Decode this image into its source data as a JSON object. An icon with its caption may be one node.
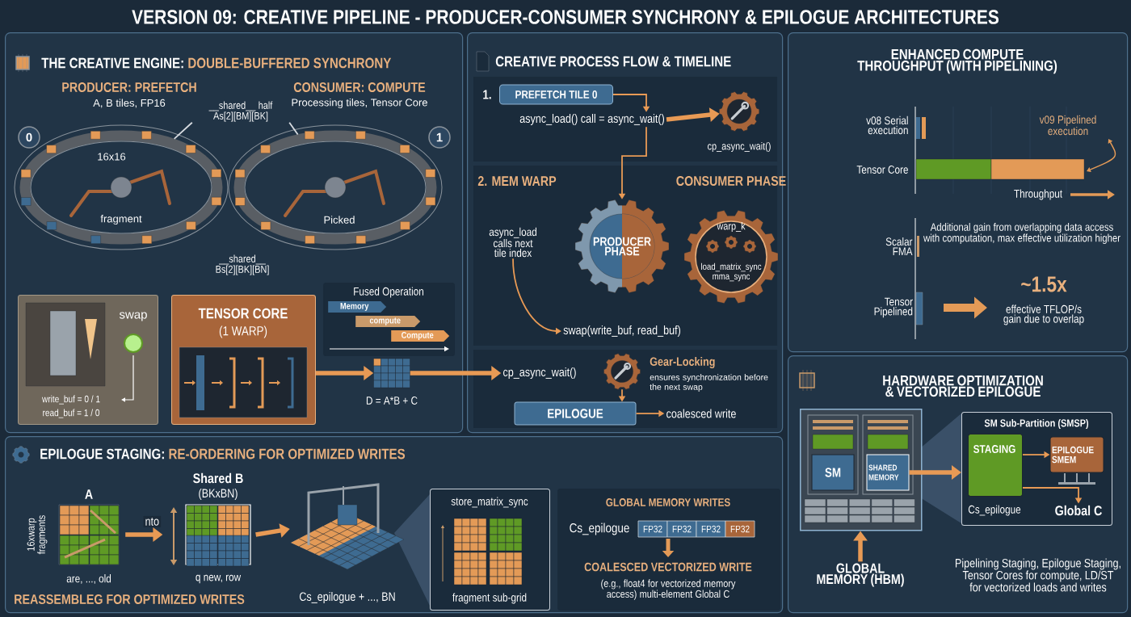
{
  "diagram": {
    "title": "VERSION 09: CREATIVE PIPELINE - PRODUCER-CONSUMER SYNCHRONY & EPILOGUE ARCHITECTURES",
    "nodes": [
      {
        "text": [
          "THE CREATIVE ENGINE:",
          "DOUBLE-BUFFERED SYNCHRONY"
        ]
      },
      {
        "text": [
          "16x16",
          "fragment"
        ],
        "beside": [
          "PRODUCER: PREFETCH",
          "A, B tiles, FP16"
        ],
        "in": 0
      },
      {
        "text": [
          "Picked"
        ],
        "beside": [
          "CONSUMER: COMPUTE",
          "Processing tiles, Tensor Core"
        ],
        "in": 0
      },
      {
        "text": [
          "0"
        ],
        "in": 0
      },
      {
        "text": [
          "1"
        ],
        "in": 0
      },
      {
        "text": [
          "__shared__ half As[2][BM][BK]"
        ],
        "in": 0
      },
      {
        "text": [
          "swap",
          "write_buf = 0 / 1",
          "read_buf = 1 / 0"
        ],
        "in": 0
      },
      {
        "text": [
          "TENSOR CORE",
          "(1 WARP)"
        ],
        "in": 0
      },
      {
        "text": [
          "Fused Operation",
          "Memory",
          "compute",
          "Compute"
        ],
        "in": 0
      },
      {
        "text": [
          "D = A*B + C"
        ],
        "in": 0
      },
      {
        "text": [
          "CREATIVE PROCESS FLOW & TIMELINE"
        ]
      },
      {
        "text": [
          "PREFETCH TILE 0"
        ],
        "beside": [
          "1."
        ],
        "in": 10
      },
      {
        "text": [
          "async_load() call = async_wait()"
        ],
        "in": 10
      },
      {
        "text": [],
        "shape": "gear",
        "beside": [
          "cp_async_wait()"
        ],
        "in": 10
      },
      {
        "text": [
          "PRODUCER PHASE"
        ],
        "in": 10
      },
      {
        "text": [
          "warp_k",
          "load_matrix_sync mma_sync"
        ],
        "in": 10
      },
      {
        "text": [
          "async_load calls next tile index"
        ],
        "in": 10
      },
      {
        "text": [
          "swap(write_buf, read_buf)"
        ],
        "in": 10
      },
      {
        "text": [
          "cp_async_wait()"
        ],
        "in": 10
      },
      {
        "text": [],
        "shape": "gear",
        "beside": [
          "Gear-Locking",
          "ensures synchronization before the next swap"
        ],
        "in": 10
      },
      {
        "text": [
          "EPILOGUE"
        ],
        "in": 10
      },
      {
        "text": [
          "coalesced write"
        ],
        "in": 10
      },
      {
        "text": [
          "ENHANCED COMPUTE THROUGHPUT (WITH PIPELINING)"
        ]
      },
      {
        "text": [
          "EPILOGUE STAGING:",
          "RE-ORDERING FOR OPTIMIZED WRITES"
        ]
      },
      {
        "text": [
          "A"
        ],
        "beside": [
          "16xwarp fragments",
          "are, ..., old"
        ],
        "in": 23
      },
      {
        "text": [
          "Shared B",
          "(BKxBN)"
        ],
        "beside": [
          "q new, row"
        ],
        "in": 23
      },
      {
        "text": [
          "Cs_epilogue + ..., BN"
        ],
        "in": 23
      },
      {
        "text": [
          "store_matrix_sync",
          "fragment sub-grid"
        ],
        "in": 23
      },
      {
        "text": [
          "GLOBAL MEMORY WRITES",
          "Cs_epilogue",
          "COALESCED VECTORIZED WRITE",
          "(e.g., float4 for vectorized memory access) multi-element Global C"
        ],
        "in": 23
      },
      {
        "text": [
          "FP32"
        ],
        "in": 28
      },
      {
        "text": [
          "FP32"
        ],
        "in": 28
      },
      {
        "text": [
          "FP32"
        ],
        "in": 28
      },
      {
        "text": [
          "FP32"
        ],
        "in": 28
      },
      {
        "text": [
          "HARDWARE OPTIMIZATION & VECTORIZED EPILOGUE"
        ]
      },
      {
        "text": [],
        "shape": "box",
        "in": 33
      },
      {
        "text": [
          "SM"
        ],
        "in": 34
      },
      {
        "text": [
          "SHARED MEMORY"
        ],
        "in": 34
      },
      {
        "text": [
          "GLOBAL MEMORY (HBM)"
        ],
        "in": 33
      },
      {
        "text": [
          "SM Sub-Partition (SMSP)"
        ],
        "in": 33
      },
      {
        "text": [
          "STAGING"
        ],
        "beside": [
          "Cs_epilogue"
        ],
        "in": 38
      },
      {
        "text": [
          "EPILOGUE SMEM"
        ],
        "in": 38
      },
      {
        "text": [
          "Global C"
        ],
        "in": 38
      }
    ],
    "edges": [
      {
        "from": 5,
        "to": 1,
        "arrow": "none",
        "color": "#d9dde2"
      },
      {
        "from": 5,
        "to": 2,
        "arrow": "none",
        "color": "#d9dde2"
      },
      {
        "from": 7,
        "to": 9,
        "arrow": "to",
        "style": "thick"
      },
      {
        "from": 9,
        "to": 18,
        "arrow": "to",
        "style": "thick"
      },
      {
        "from": 11,
        "to": 12,
        "arrow": "to"
      },
      {
        "from": 12,
        "to": 13,
        "arrow": "to",
        "style": "thick"
      },
      {
        "from": 12,
        "to": 14,
        "arrow": "to"
      },
      {
        "from": 16,
        "to": 17,
        "arrow": "to"
      },
      {
        "from": 19,
        "to": 20,
        "arrow": "to"
      },
      {
        "from": 20,
        "to": 21,
        "arrow": "to"
      },
      {
        "from": 24,
        "to": 25,
        "arrow": "to",
        "label": "nto",
        "style": "thick"
      },
      {
        "from": 25,
        "to": 26,
        "arrow": "to",
        "style": "thick"
      },
      {
        "from": 37,
        "to": 34,
        "arrow": "to",
        "style": "thick"
      },
      {
        "from": 36,
        "to": 38,
        "arrow": "to",
        "style": "thick"
      },
      {
        "from": 39,
        "to": 40,
        "arrow": "to"
      },
      {
        "from": 39,
        "to": 41,
        "arrow": "to"
      }
    ],
    "labels": [
      "__shared__ Bs[2][BK][BN]",
      "2. MEM WARP",
      "CONSUMER PHASE",
      "v08 Serial execution",
      "v09 Pipelined execution",
      "Tensor Core",
      "Throughput",
      "Additional gain from overlapping data access with computation, max effective utilization higher",
      "Scalar FMA",
      "Tensor Pipelined",
      "~1.5x",
      "effective TFLOP/s gain due to overlap",
      "REASSEMBLEG FOR OPTIMIZED WRITES",
      "Pipelining Staging, Epilogue Staging, Tensor Cores for compute, LD/ST for vectorized loads and writes"
    ]
  }
}
